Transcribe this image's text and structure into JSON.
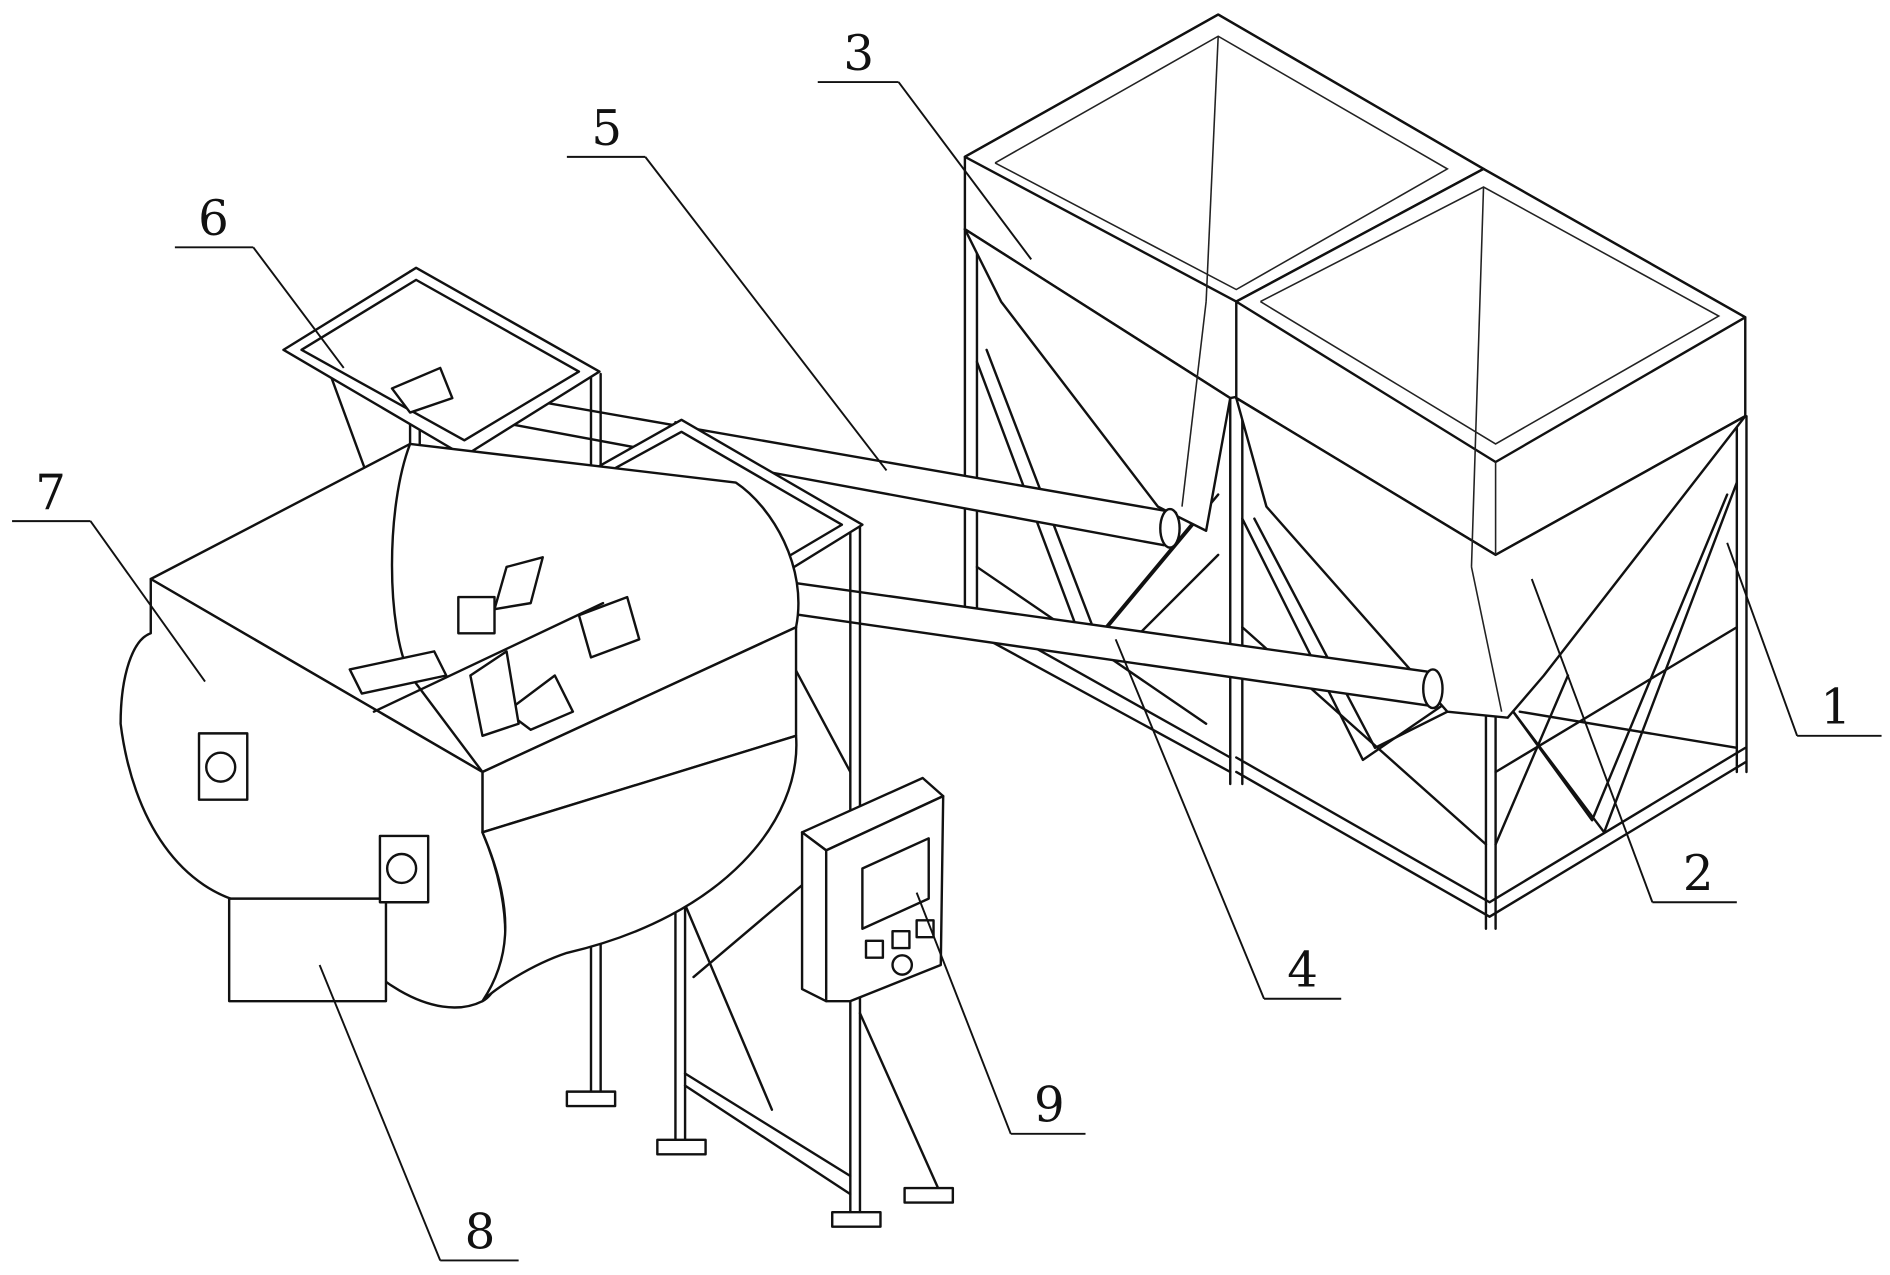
{
  "figure": {
    "labels": [
      {
        "id": "1",
        "text": "1"
      },
      {
        "id": "2",
        "text": "2"
      },
      {
        "id": "3",
        "text": "3"
      },
      {
        "id": "4",
        "text": "4"
      },
      {
        "id": "5",
        "text": "5"
      },
      {
        "id": "6",
        "text": "6"
      },
      {
        "id": "7",
        "text": "7"
      },
      {
        "id": "8",
        "text": "8"
      },
      {
        "id": "9",
        "text": "9"
      }
    ]
  }
}
